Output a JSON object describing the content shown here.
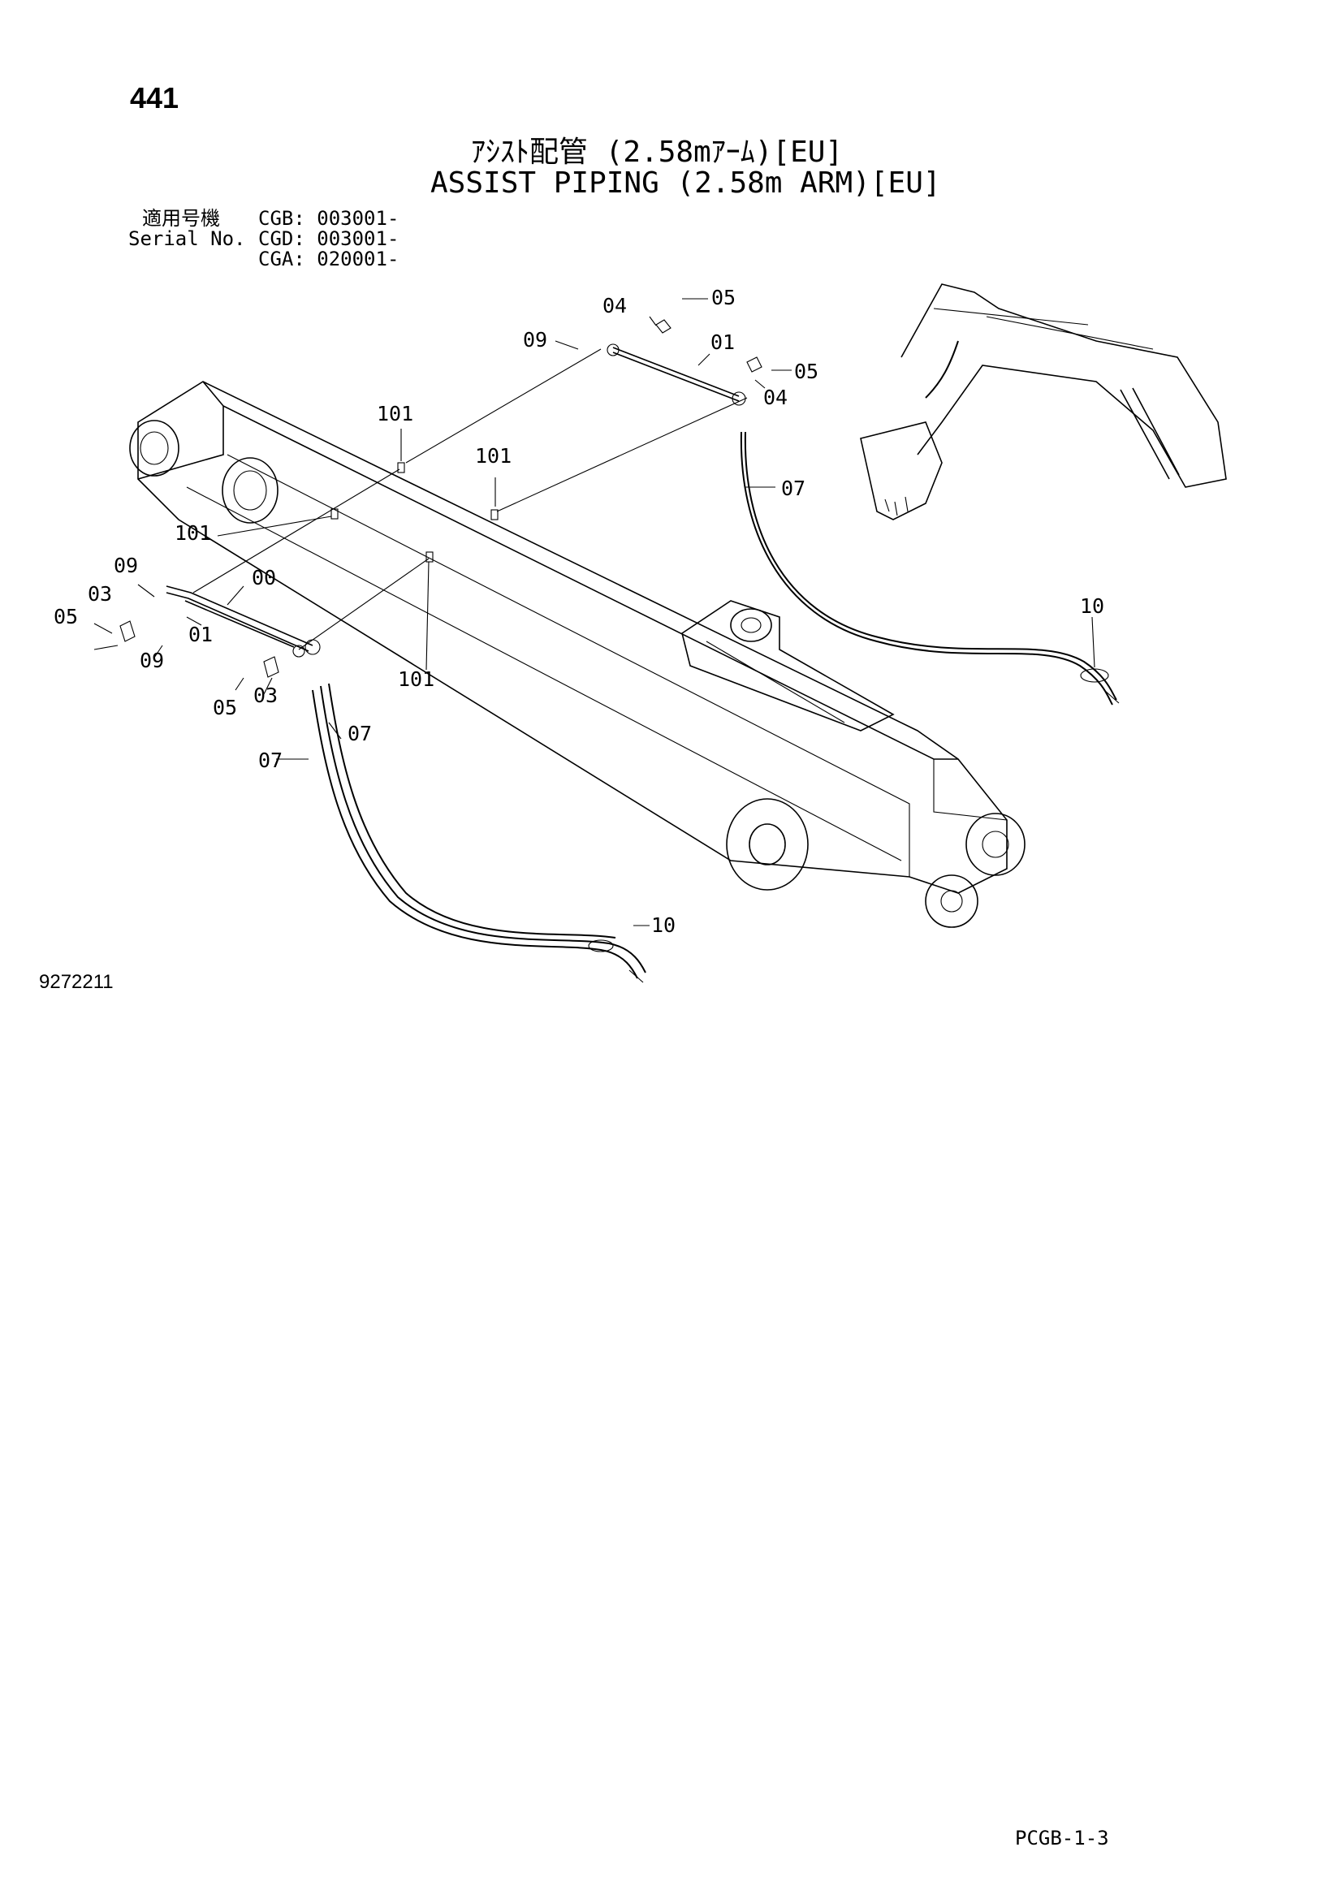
{
  "header": {
    "page_number": "441",
    "title_jp": "ｱｼｽﾄ配管 (2.58mｱｰﾑ)[EU]",
    "title_en": "ASSIST PIPING (2.58m ARM)[EU]"
  },
  "serial": {
    "label_jp": "適用号機",
    "label_en": "Serial No.",
    "cgb": "CGB: 003001-",
    "cgd": "CGD: 003001-",
    "cga": "CGA: 020001-"
  },
  "callouts": {
    "c04_top": "04",
    "c05_top": "05",
    "c09_top": "09",
    "c01_top": "01",
    "c05_right": "05",
    "c04_right": "04",
    "c101_a": "101",
    "c101_b": "101",
    "c07_right": "07",
    "c101_c": "101",
    "c09_left": "09",
    "c00": "00",
    "c03_left": "03",
    "c05_left": "05",
    "c01_left": "01",
    "c09_left2": "09",
    "c101_d": "101",
    "c05_bottom": "05",
    "c03_bottom": "03",
    "c07_a": "07",
    "c07_b": "07",
    "c10_right": "10",
    "c10_bottom": "10"
  },
  "footer": {
    "drawing_id": "9272211",
    "page_code": "PCGB-1-3"
  }
}
